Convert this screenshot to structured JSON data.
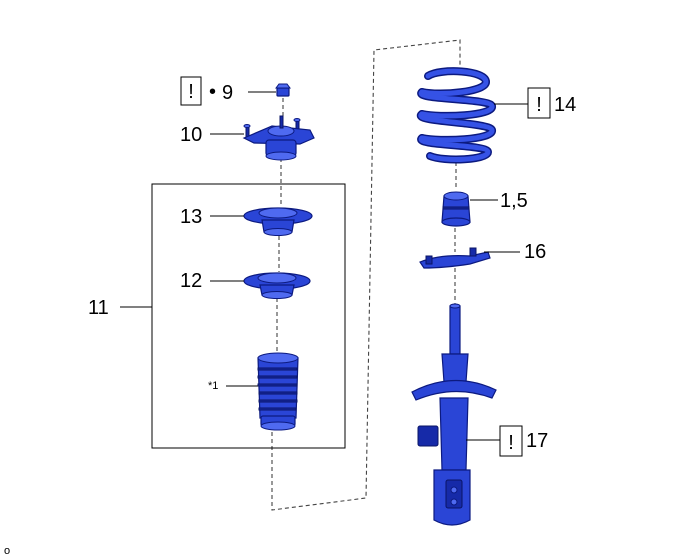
{
  "labels": {
    "p9": "9",
    "p10": "10",
    "p11": "11",
    "p12": "12",
    "p13": "13",
    "p14": "14",
    "p1_5": "1,5",
    "p16": "16",
    "p17": "17",
    "note1": "*1",
    "corner": "o"
  },
  "marks": {
    "warning": "!",
    "bullet": "•"
  },
  "colors": {
    "part_blue": "#2a45d6",
    "part_outline": "#0c1a80"
  },
  "icons": {
    "warning": "exclamation-box-icon"
  }
}
